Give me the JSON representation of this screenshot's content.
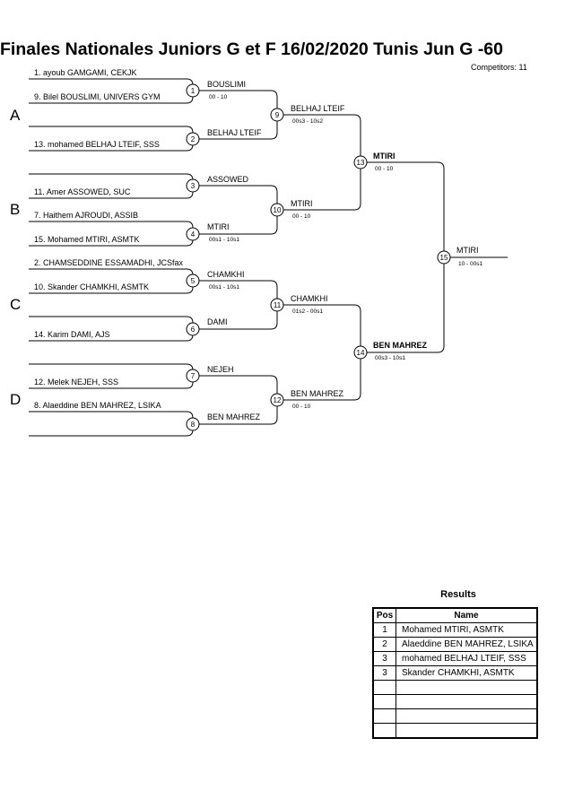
{
  "header": {
    "title": "Finales Nationales Juniors G et F  16/02/2020  Tunis   Jun G -60",
    "competitors": "Competitors: 11"
  },
  "groups": [
    "A",
    "B",
    "C",
    "D"
  ],
  "entries": [
    "1. ayoub GAMGAMI, CEKJK",
    "9. Bilel BOUSLIMI, UNIVERS GYM",
    "13. mohamed BELHAJ LTEIF, SSS",
    "11. Amer ASSOWED, SUC",
    "7. Haithem AJROUDI, ASSIB",
    "15. Mohamed MTIRI, ASMTK",
    "2. CHAMSEDDINE ESSAMADHI, JCSfax",
    "10. Skander CHAMKHI, ASMTK",
    "14. Karim DAMI, AJS",
    "12. Melek NEJEH, SSS",
    "8. Alaeddine BEN MAHREZ, LSIKA"
  ],
  "matches": [
    {
      "num": "1",
      "winner": "BOUSLIMI",
      "score": "00 - 10"
    },
    {
      "num": "2",
      "winner": "BELHAJ LTEIF",
      "score": ""
    },
    {
      "num": "3",
      "winner": "ASSOWED",
      "score": ""
    },
    {
      "num": "4",
      "winner": "MTIRI",
      "score": "00s1 - 10s1"
    },
    {
      "num": "5",
      "winner": "CHAMKHI",
      "score": "00s1 - 10s1"
    },
    {
      "num": "6",
      "winner": "DAMI",
      "score": ""
    },
    {
      "num": "7",
      "winner": "NEJEH",
      "score": ""
    },
    {
      "num": "8",
      "winner": "BEN MAHREZ",
      "score": ""
    },
    {
      "num": "9",
      "winner": "BELHAJ LTEIF",
      "score": "00s3 - 10s2"
    },
    {
      "num": "10",
      "winner": "MTIRI",
      "score": "00 - 10"
    },
    {
      "num": "11",
      "winner": "CHAMKHI",
      "score": "01s2 - 00s1"
    },
    {
      "num": "12",
      "winner": "BEN MAHREZ",
      "score": "00 - 10"
    },
    {
      "num": "13",
      "winner": "MTIRI",
      "score": "00 - 10"
    },
    {
      "num": "14",
      "winner": "BEN MAHREZ",
      "score": "00s3 - 10s1"
    },
    {
      "num": "15",
      "winner": "MTIRI",
      "score": "10 - 00s1"
    }
  ],
  "results": {
    "title": "Results",
    "col_pos": "Pos",
    "col_name": "Name",
    "rows": [
      {
        "pos": "1",
        "name": "Mohamed MTIRI, ASMTK"
      },
      {
        "pos": "2",
        "name": "Alaeddine BEN MAHREZ, LSIKA"
      },
      {
        "pos": "3",
        "name": "mohamed BELHAJ LTEIF, SSS"
      },
      {
        "pos": "3",
        "name": "Skander CHAMKHI, ASMTK"
      },
      {
        "pos": "",
        "name": ""
      },
      {
        "pos": "",
        "name": ""
      },
      {
        "pos": "",
        "name": ""
      },
      {
        "pos": "",
        "name": ""
      }
    ]
  }
}
